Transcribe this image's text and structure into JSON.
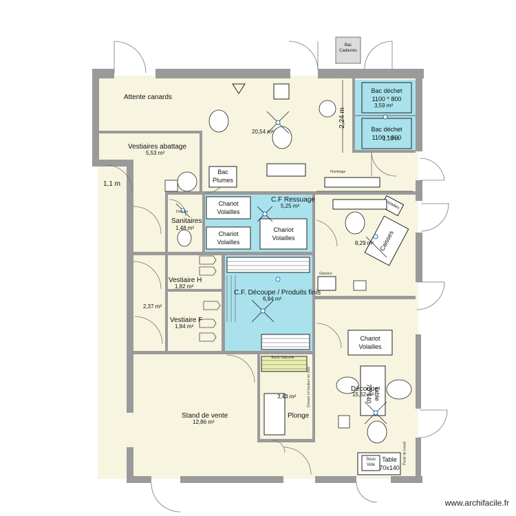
{
  "colors": {
    "wall": "#9a9a9a",
    "floor": "#f7f4e0",
    "cold_room": "#a9e2ec",
    "furniture_stroke": "#222222",
    "door_arc": "#666666"
  },
  "rooms": {
    "attente_canards": {
      "name": "Attente canards",
      "area": "20,54 m²"
    },
    "vestiaires_abattage": {
      "name": "Vestiaires abattage",
      "area": "5,53 m²"
    },
    "sanitaires": {
      "name": "Sanitaires",
      "area": "1,48 m²",
      "sub": "Douche"
    },
    "cf_ressuage": {
      "name": "C.F Ressuage",
      "area": "5,25 m²"
    },
    "plumage_room": {
      "area": "8,29 m²"
    },
    "vestiaire_h": {
      "name": "Vestiaire H",
      "area": "1,82 m²"
    },
    "vestiaire_f": {
      "name": "Vestiaire F",
      "area": "1,84 m²"
    },
    "corridor": {
      "area": "2,37 m²"
    },
    "cf_decoupe": {
      "name": "C.F. Découpe / Produits finis",
      "area": "6,84 m²"
    },
    "stand_vente": {
      "name": "Stand de vente",
      "area": "12,86 m²"
    },
    "plonge": {
      "name": "Plonge",
      "area": "3,43 m²"
    },
    "decoupe": {
      "name": "Découpe",
      "area": "15,62 m²"
    },
    "bac_dechet_room": {
      "area": "3,59 m²"
    }
  },
  "furniture": {
    "bac_dechet_1": {
      "line1": "Bac déchet",
      "line2": "1100 * 800"
    },
    "bac_dechet_2": {
      "line1": "Bac déchet",
      "line2": "1100 * 800"
    },
    "bac_plumes": {
      "line1": "Bac",
      "line2": "Plumes"
    },
    "chariot_1": {
      "line1": "Chariot",
      "line2": "Volailles"
    },
    "chariot_2": {
      "line1": "Chariot",
      "line2": "Volailles"
    },
    "chariot_3": {
      "line1": "Chariot",
      "line2": "Volailles"
    },
    "chariot_4": {
      "line1": "Chariot",
      "line2": "Volailles"
    },
    "table_decoupe": {
      "line1": "Table",
      "line2": "70*140"
    },
    "table_bottom": {
      "line1": "Table",
      "line2": "70x140"
    },
    "sous_vide": {
      "line1": "Sous",
      "line2": "Vide"
    },
    "bac_outside": {
      "line1": "Bac",
      "line2": "Cadavres"
    },
    "caisses": {
      "line1": "Caisses"
    },
    "volailles_rot": {
      "line1": "Volailles"
    }
  },
  "small_labels": {
    "flambage": "Flambage",
    "glaciere": "Glacière",
    "stock_vaisselle": "Stock Vaisselle",
    "cloison": "Cloison mi hauteur en inox",
    "poste_bottom": "Poste de travail"
  },
  "dimensions": {
    "outside_wall": "1,1 m",
    "door_width": "2,24 m",
    "bac_room": "1,10 m"
  },
  "watermark": "www.archifacile.fr"
}
